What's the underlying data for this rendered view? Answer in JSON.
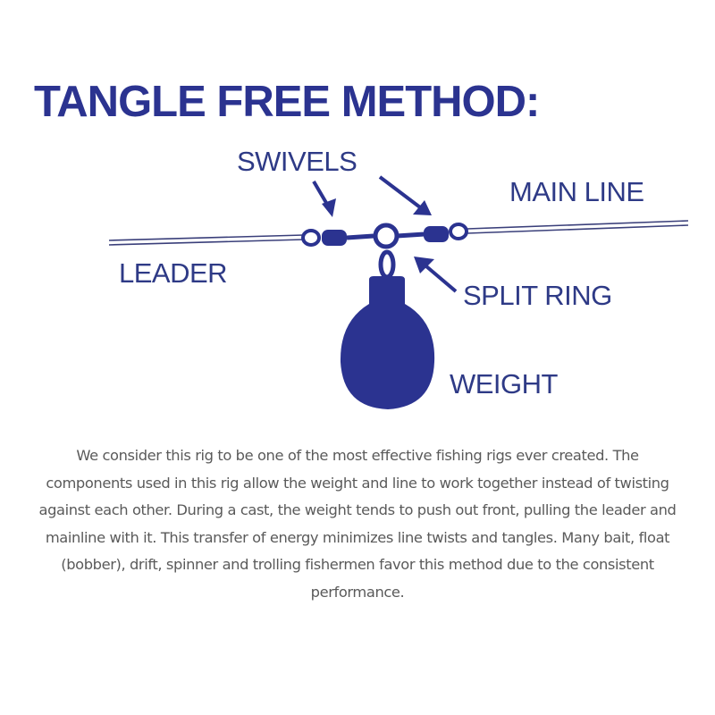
{
  "title": "TANGLE FREE METHOD:",
  "labels": {
    "swivels": "SWIVELS",
    "main_line": "MAIN LINE",
    "leader": "LEADER",
    "split_ring": "SPLIT RING",
    "weight": "WEIGHT"
  },
  "colors": {
    "diagram_blue": "#2b3390",
    "body_text": "#5a5a5a",
    "background": "#ffffff"
  },
  "description": "We consider this rig to be one of the most effective fishing rigs ever created. The components used in this rig allow the weight and line to work together instead of twisting against each other. During a cast, the weight tends to push out front, pulling the leader and mainline with it. This transfer of energy minimizes line twists and tangles. Many bait, float (bobber), drift, spinner and trolling fishermen favor this method due to the consistent performance."
}
